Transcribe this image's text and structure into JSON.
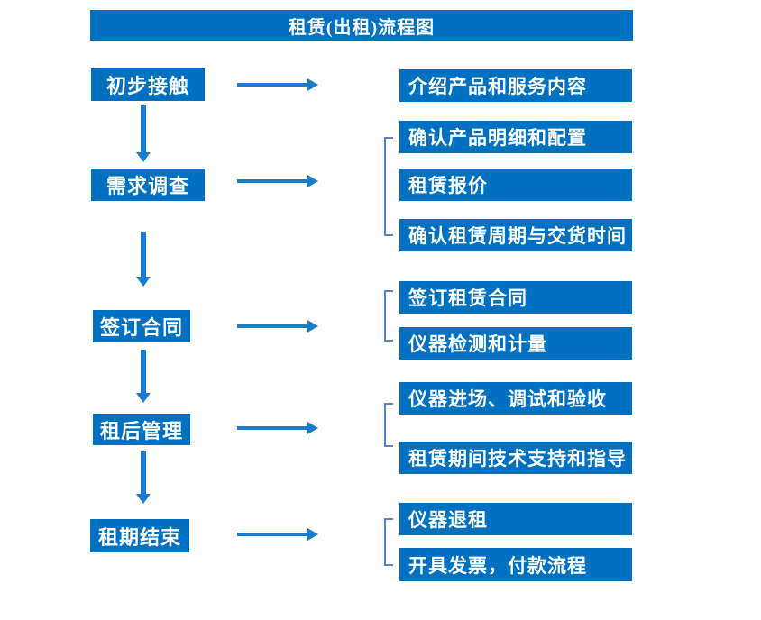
{
  "title": "租赁(出租)流程图",
  "colors": {
    "box": "#0070C0",
    "arrow": "#1b7cce",
    "bracket": "#5585c5",
    "text": "#ffffff",
    "background": "#ffffff"
  },
  "steps": [
    {
      "label": "初步接触",
      "details": [
        "介绍产品和服务内容"
      ]
    },
    {
      "label": "需求调查",
      "details": [
        "确认产品明细和配置",
        "租赁报价",
        "确认租赁周期与交货时间"
      ]
    },
    {
      "label": "签订合同",
      "details": [
        "签订租赁合同",
        "仪器检测和计量"
      ]
    },
    {
      "label": "租后管理",
      "details": [
        "仪器进场、调试和验收",
        "租赁期间技术支持和指导"
      ]
    },
    {
      "label": "租期结束",
      "details": [
        "仪器退租",
        "开具发票，付款流程"
      ]
    }
  ]
}
